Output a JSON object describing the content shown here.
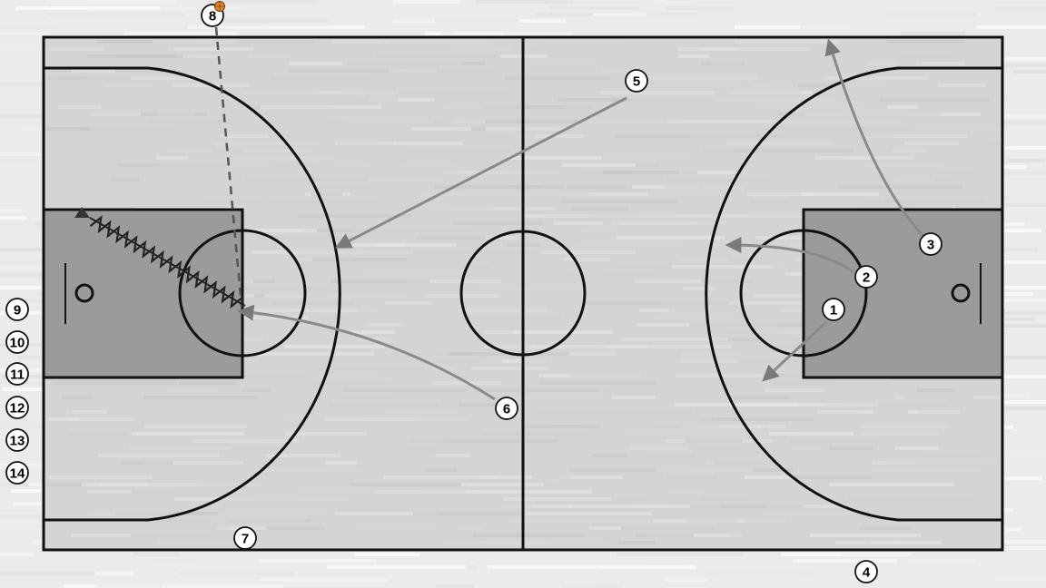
{
  "players": [
    {
      "label": "1"
    },
    {
      "label": "2"
    },
    {
      "label": "3"
    },
    {
      "label": "4"
    },
    {
      "label": "5"
    },
    {
      "label": "6"
    },
    {
      "label": "7"
    },
    {
      "label": "8"
    },
    {
      "label": "9"
    },
    {
      "label": "10"
    },
    {
      "label": "11"
    },
    {
      "label": "12"
    },
    {
      "label": "13"
    },
    {
      "label": "14"
    }
  ],
  "ball_holder": "8",
  "colors": {
    "floor": "#d6d6d6",
    "key": "#9b9b9b",
    "lines": "#111111",
    "pass_arrow": "#8a8a8a",
    "dribble": "#222222"
  },
  "icons": [
    "basketball-icon",
    "basket-hoop-icon"
  ]
}
